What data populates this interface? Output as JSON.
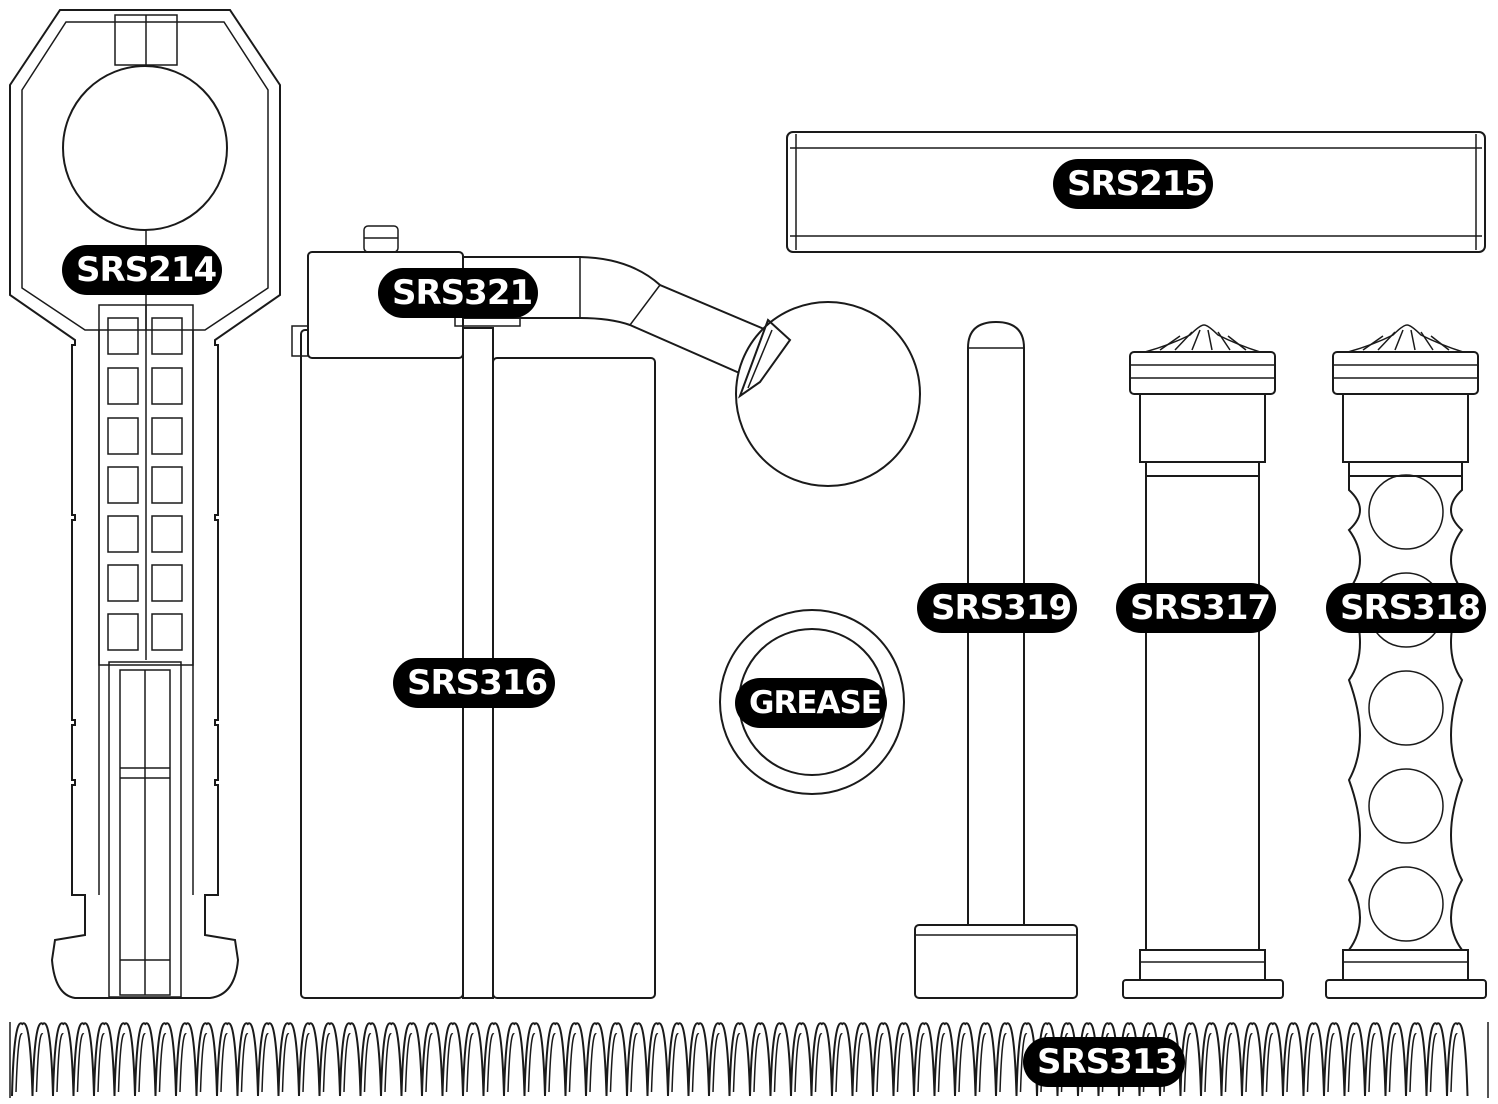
{
  "labels": {
    "srs214": "SRS214",
    "srs215": "SRS215",
    "srs321": "SRS321",
    "srs316": "SRS316",
    "srs319": "SRS319",
    "srs317": "SRS317",
    "srs318": "SRS318",
    "grease": "GREASE",
    "srs313": "SRS313"
  },
  "colors": {
    "line": "#1a1a1a",
    "label_background": "#000000",
    "label_text": "#ffffff",
    "background": "#ffffff"
  }
}
